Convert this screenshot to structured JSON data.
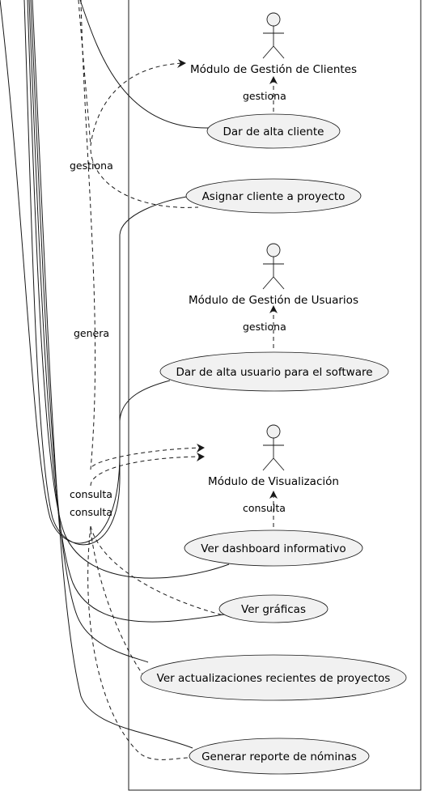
{
  "actors": [
    {
      "id": "clientes",
      "name": "Módulo de Gestión de Clientes"
    },
    {
      "id": "usuarios",
      "name": "Módulo de Gestión de Usuarios"
    },
    {
      "id": "visualizacion",
      "name": "Módulo de Visualización"
    }
  ],
  "use_cases": [
    {
      "id": "uc1",
      "label": "Dar de alta cliente"
    },
    {
      "id": "uc2",
      "label": "Asignar cliente a proyecto"
    },
    {
      "id": "uc3",
      "label": "Dar de alta usuario para el software"
    },
    {
      "id": "uc4",
      "label": "Ver dashboard informativo"
    },
    {
      "id": "uc5",
      "label": "Ver gráficas"
    },
    {
      "id": "uc6",
      "label": "Ver actualizaciones recientes de proyectos"
    },
    {
      "id": "uc7",
      "label": "Generar reporte de nóminas"
    }
  ],
  "relations": [
    {
      "id": "r1",
      "label": "gestiona"
    },
    {
      "id": "r2",
      "label": "gestiona"
    },
    {
      "id": "r3",
      "label": "gestiona"
    },
    {
      "id": "r4",
      "label": "consulta"
    },
    {
      "id": "r5",
      "label": "consulta"
    },
    {
      "id": "r6",
      "label": "consulta"
    },
    {
      "id": "r7",
      "label": "genera"
    }
  ]
}
